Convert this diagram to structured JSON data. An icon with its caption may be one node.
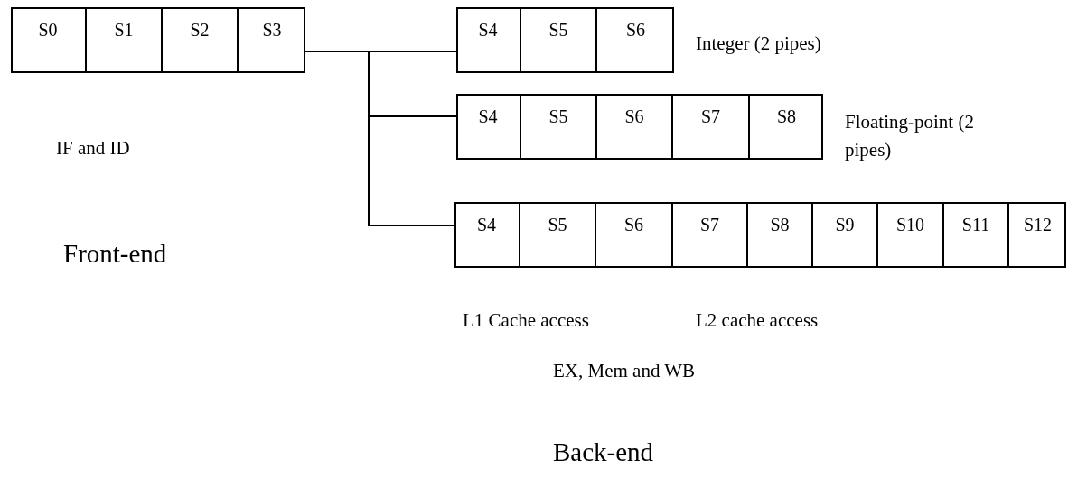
{
  "diagram": {
    "nodes": [
      {
        "text": [],
        "shape": "box"
      },
      {
        "text": [
          "S0"
        ],
        "in": 0
      },
      {
        "text": [
          "S1"
        ],
        "in": 0
      },
      {
        "text": [
          "S2"
        ],
        "in": 0
      },
      {
        "text": [
          "S3"
        ],
        "in": 0
      },
      {
        "text": [],
        "shape": "box",
        "beside": [
          "Integer  (2 pipes)"
        ]
      },
      {
        "text": [
          "S4"
        ],
        "in": 5
      },
      {
        "text": [
          "S5"
        ],
        "in": 5
      },
      {
        "text": [
          "S6"
        ],
        "in": 5
      },
      {
        "text": [],
        "shape": "box",
        "beside": [
          "Floating-point (2 pipes)"
        ]
      },
      {
        "text": [
          "S4"
        ],
        "in": 9
      },
      {
        "text": [
          "S5"
        ],
        "in": 9
      },
      {
        "text": [
          "S6"
        ],
        "in": 9
      },
      {
        "text": [
          "S7"
        ],
        "in": 9
      },
      {
        "text": [
          "S8"
        ],
        "in": 9
      },
      {
        "text": [],
        "shape": "box"
      },
      {
        "text": [
          "S4"
        ],
        "in": 15
      },
      {
        "text": [
          "S5"
        ],
        "in": 15
      },
      {
        "text": [
          "S6"
        ],
        "in": 15
      },
      {
        "text": [
          "S7"
        ],
        "in": 15
      },
      {
        "text": [
          "S8"
        ],
        "in": 15
      },
      {
        "text": [
          "S9"
        ],
        "in": 15
      },
      {
        "text": [
          "S10"
        ],
        "in": 15
      },
      {
        "text": [
          "S11"
        ],
        "in": 15
      },
      {
        "text": [
          "S12"
        ],
        "in": 15
      }
    ],
    "edges": [
      {
        "from": 0,
        "to": 5,
        "arrow": "none"
      },
      {
        "from": 0,
        "to": 9,
        "arrow": "none"
      },
      {
        "from": 0,
        "to": 15,
        "arrow": "none"
      }
    ],
    "labels": [
      "IF and ID",
      "Front-end",
      "L1 Cache access",
      "L2 cache access",
      "EX, Mem and WB",
      "Back-end"
    ]
  }
}
